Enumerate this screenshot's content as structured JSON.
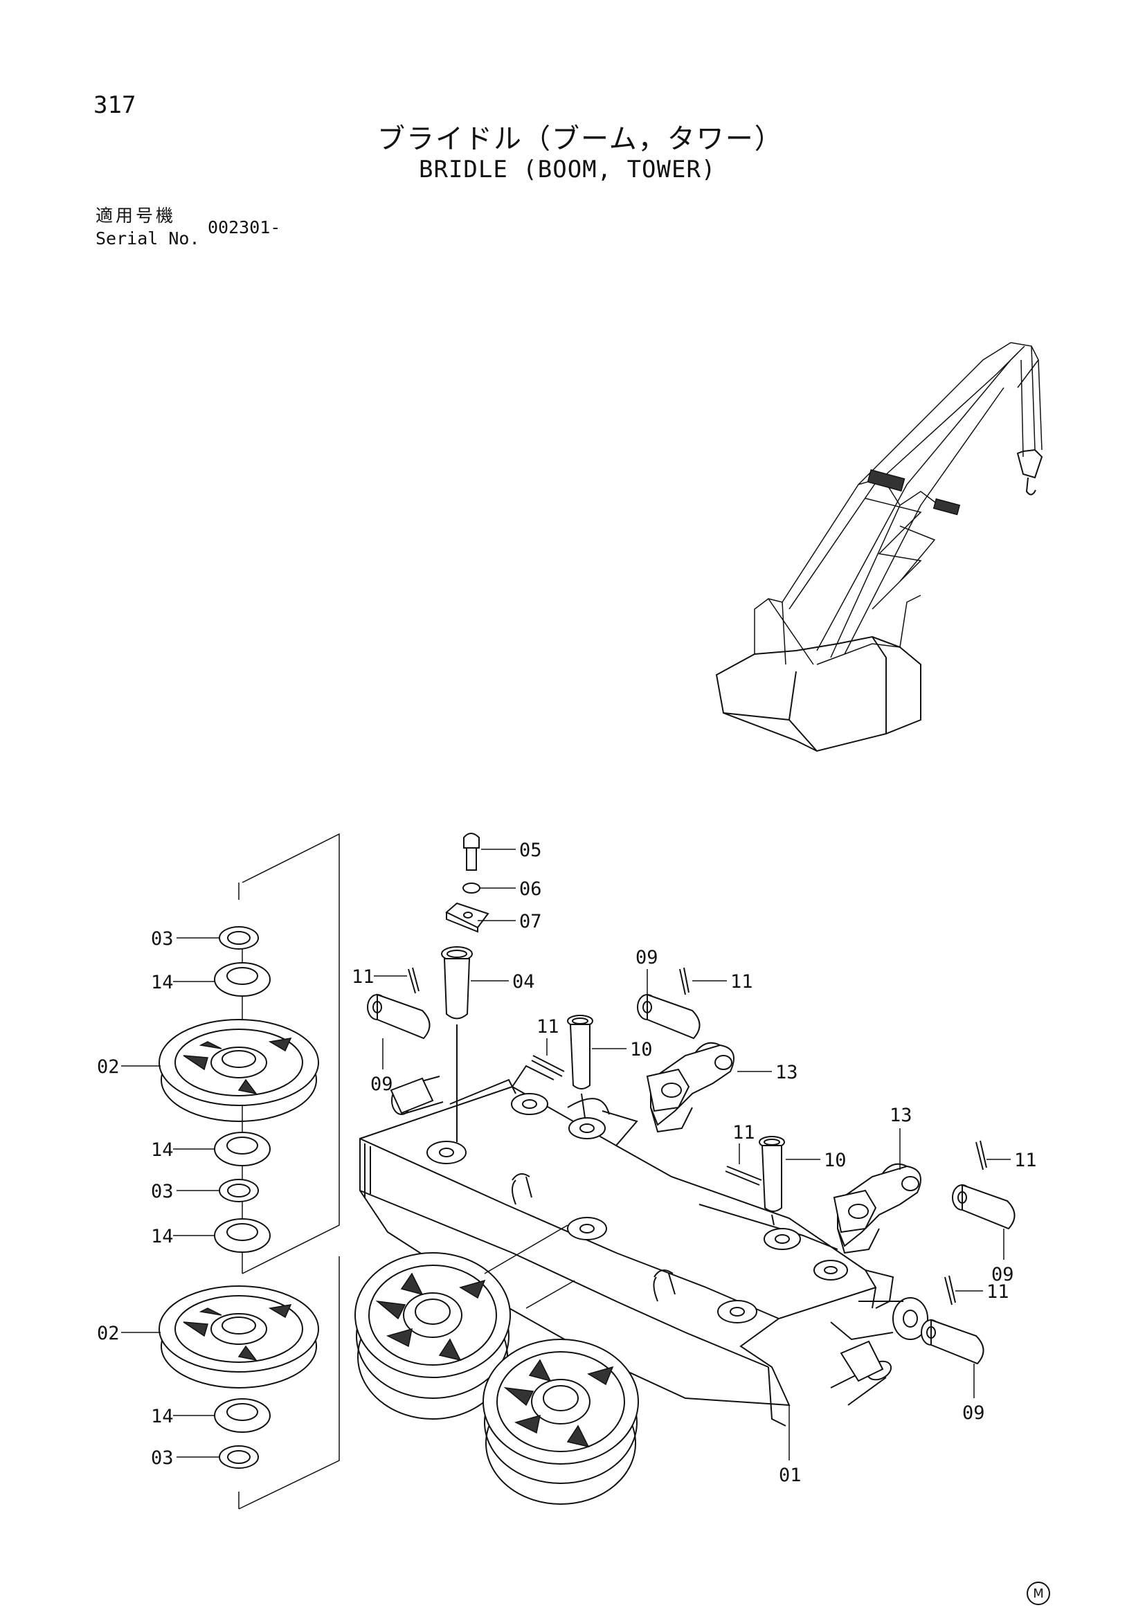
{
  "header": {
    "page_number": "317",
    "title_jp": "ブライドル（ブーム，タワー）",
    "title_en": "BRIDLE (BOOM, TOWER)"
  },
  "serial": {
    "label_jp": "適用号機",
    "label_en": "Serial No.",
    "value": "002301-"
  },
  "callouts": [
    {
      "id": "c05",
      "label": "05"
    },
    {
      "id": "c06",
      "label": "06"
    },
    {
      "id": "c07",
      "label": "07"
    },
    {
      "id": "c04",
      "label": "04"
    },
    {
      "id": "c11a",
      "label": "11"
    },
    {
      "id": "c09a",
      "label": "09"
    },
    {
      "id": "c09b",
      "label": "09"
    },
    {
      "id": "c11b",
      "label": "11"
    },
    {
      "id": "c11c",
      "label": "11"
    },
    {
      "id": "c10a",
      "label": "10"
    },
    {
      "id": "c13a",
      "label": "13"
    },
    {
      "id": "c13b",
      "label": "13"
    },
    {
      "id": "c11d",
      "label": "11"
    },
    {
      "id": "c10b",
      "label": "10"
    },
    {
      "id": "c11e",
      "label": "11"
    },
    {
      "id": "c09c",
      "label": "09"
    },
    {
      "id": "c11f",
      "label": "11"
    },
    {
      "id": "c09d",
      "label": "09"
    },
    {
      "id": "c01",
      "label": "01"
    },
    {
      "id": "c03a",
      "label": "03"
    },
    {
      "id": "c14a",
      "label": "14"
    },
    {
      "id": "c02a",
      "label": "02"
    },
    {
      "id": "c14b",
      "label": "14"
    },
    {
      "id": "c03b",
      "label": "03"
    },
    {
      "id": "c14c",
      "label": "14"
    },
    {
      "id": "c02b",
      "label": "02"
    },
    {
      "id": "c14d",
      "label": "14"
    },
    {
      "id": "c03c",
      "label": "03"
    }
  ],
  "footer": {
    "mark": "M"
  }
}
